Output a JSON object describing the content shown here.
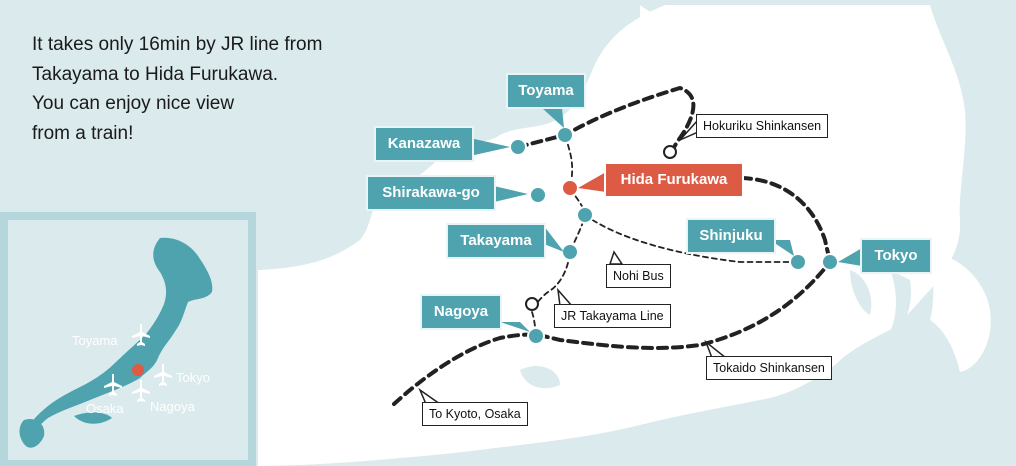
{
  "intro": {
    "line1": "It takes only 16min by JR line from",
    "line2": "Takayama to Hida Furukawa.",
    "line3": "You can enjoy nice view",
    "line4": "from a train!"
  },
  "cities": {
    "toyama": "Toyama",
    "kanazawa": "Kanazawa",
    "shirakawago": "Shirakawa-go",
    "hida_furukawa": "Hida Furukawa",
    "takayama": "Takayama",
    "shinjuku": "Shinjuku",
    "tokyo": "Tokyo",
    "nagoya": "Nagoya"
  },
  "routes": {
    "hokuriku": "Hokuriku Shinkansen",
    "nohi_bus": "Nohi Bus",
    "jr_takayama": "JR Takayama Line",
    "tokaido": "Tokaido Shinkansen",
    "to_kyoto": "To Kyoto, Osaka"
  },
  "inset": {
    "toyama": "Toyama",
    "tokyo": "Tokyo",
    "osaka": "Osaka",
    "nagoya": "Nagoya"
  },
  "colors": {
    "sea": "#dbeaed",
    "land": "#ffffff",
    "station": "#4fa3af",
    "highlight": "#dd5a45",
    "inset_bg": "#b5d6da",
    "inset_land": "#4fa3af",
    "route": "#222222"
  }
}
